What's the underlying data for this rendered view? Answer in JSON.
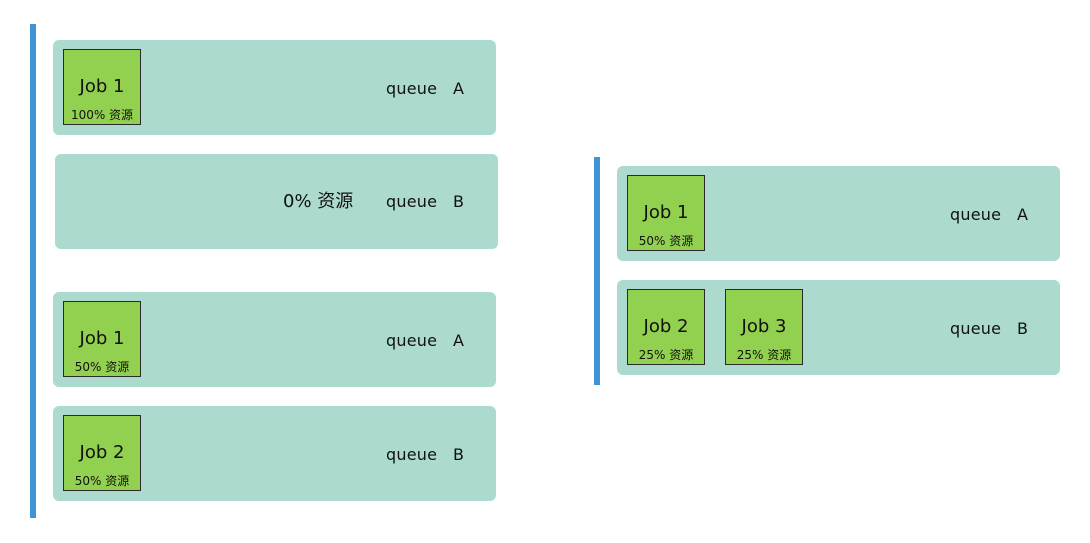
{
  "accent_color": "#3d95d6",
  "queue_color": "#acdacf",
  "job_color": "#92d050",
  "groups": [
    {
      "states": [
        {
          "queues": [
            {
              "label": "queue   A",
              "jobs": [
                {
                  "name": "Job 1",
                  "resource": "100% 资源"
                }
              ]
            },
            {
              "label": "queue   B",
              "free": "0% 资源",
              "jobs": []
            }
          ]
        },
        {
          "queues": [
            {
              "label": "queue   A",
              "jobs": [
                {
                  "name": "Job 1",
                  "resource": "50% 资源"
                }
              ]
            },
            {
              "label": "queue   B",
              "jobs": [
                {
                  "name": "Job 2",
                  "resource": "50% 资源"
                }
              ]
            }
          ]
        }
      ]
    },
    {
      "states": [
        {
          "queues": [
            {
              "label": "queue   A",
              "jobs": [
                {
                  "name": "Job 1",
                  "resource": "50% 资源"
                }
              ]
            },
            {
              "label": "queue   B",
              "jobs": [
                {
                  "name": "Job 2",
                  "resource": "25% 资源"
                },
                {
                  "name": "Job 3",
                  "resource": "25% 资源"
                }
              ]
            }
          ]
        }
      ]
    }
  ]
}
